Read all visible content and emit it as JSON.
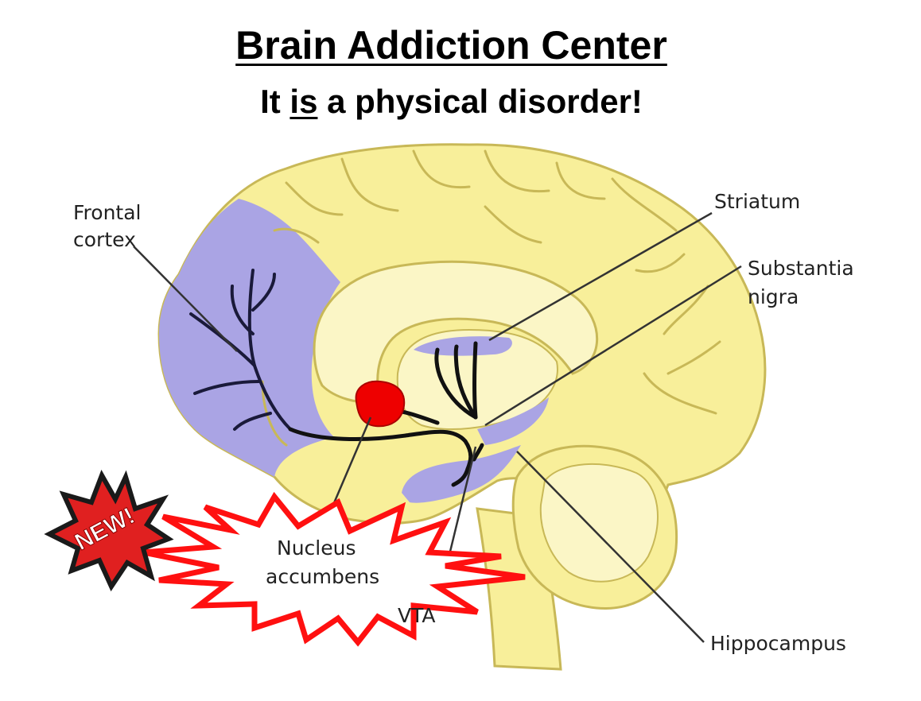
{
  "header": {
    "title": "Brain Addiction Center",
    "subtitle_pre": "It ",
    "subtitle_emph": "is",
    "subtitle_post": " a physical disorder!"
  },
  "labels": {
    "frontal_cortex_line1": "Frontal",
    "frontal_cortex_line2": "cortex",
    "striatum": "Striatum",
    "substantia_nigra_line1": "Substantia",
    "substantia_nigra_line2": "nigra",
    "nucleus_accumbens_line1": "Nucleus",
    "nucleus_accumbens_line2": "accumbens",
    "vta": "VTA",
    "hippocampus": "Hippocampus"
  },
  "badge": {
    "text": "NEW!"
  },
  "colors": {
    "brain_fill": "#f8ef9a",
    "brain_outline": "#c8b857",
    "inner_fill": "#fbf6c6",
    "region_fill": "#aaa4e4",
    "nucleus_fill": "#ee0000",
    "burst_stroke": "#ff1010",
    "badge_fill": "#e02020",
    "pathway": "#111111",
    "label_line": "#333333"
  },
  "icons": {
    "burst": "starburst-callout",
    "badge": "new-badge-starburst"
  }
}
